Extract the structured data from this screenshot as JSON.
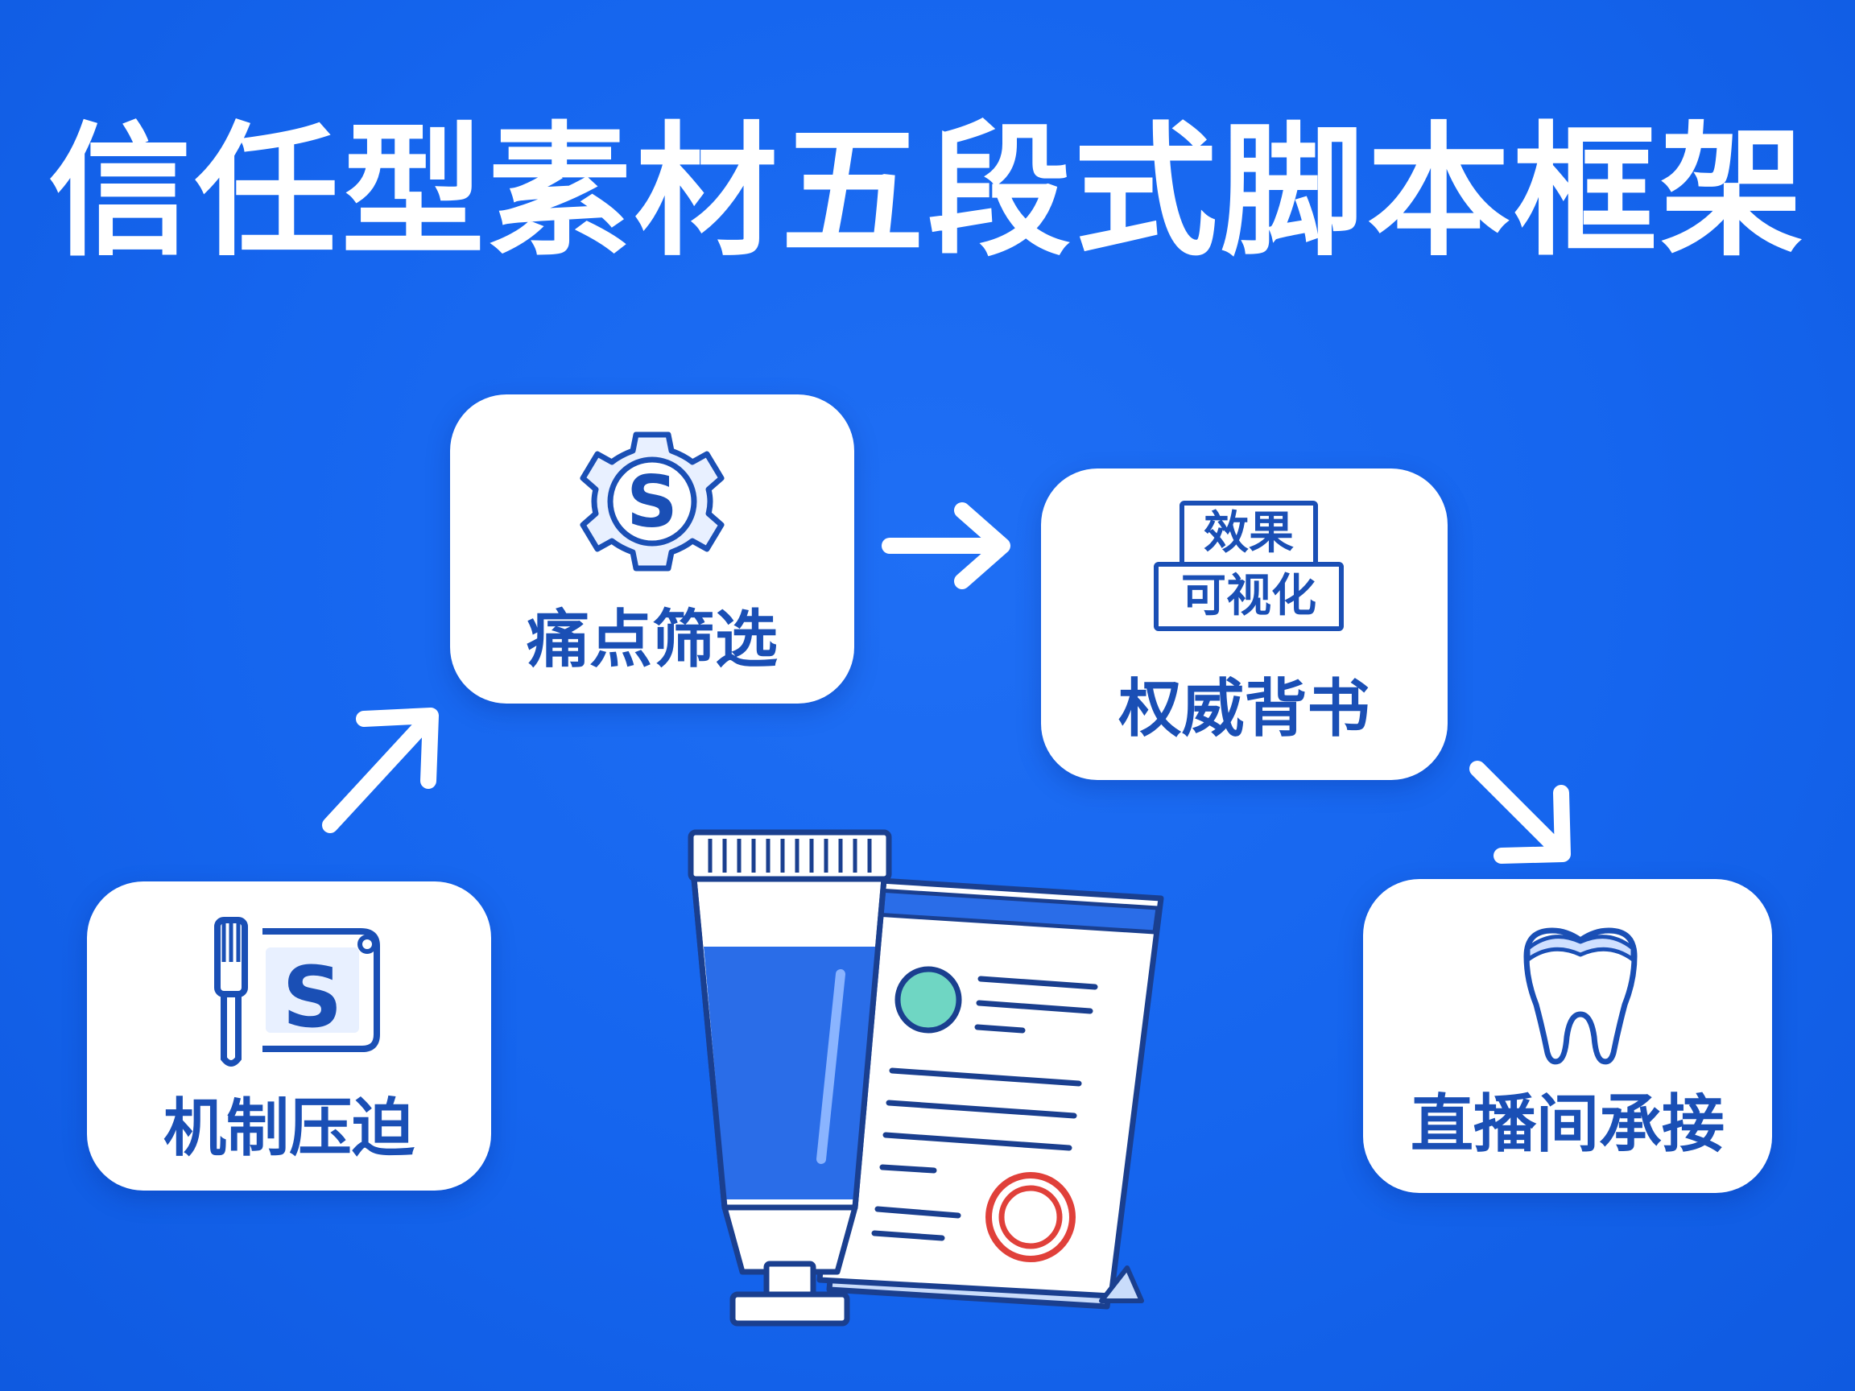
{
  "title": "信任型素材五段式脚本框架",
  "steps": [
    {
      "label": "机制压迫",
      "icon": "toothbrush-s-icon"
    },
    {
      "label": "痛点筛选",
      "icon": "gear-s-icon"
    },
    {
      "label": "权威背书",
      "icon": "effect-visualization-badge-icon",
      "badge": [
        "效果",
        "可视化"
      ]
    },
    {
      "label": "直播间承接",
      "icon": "tooth-icon"
    }
  ],
  "colors": {
    "background": "#1565ee",
    "card": "#ffffff",
    "label": "#1a4fb5",
    "accent_teal": "#6fd6c3",
    "stamp_red": "#e0403a"
  }
}
